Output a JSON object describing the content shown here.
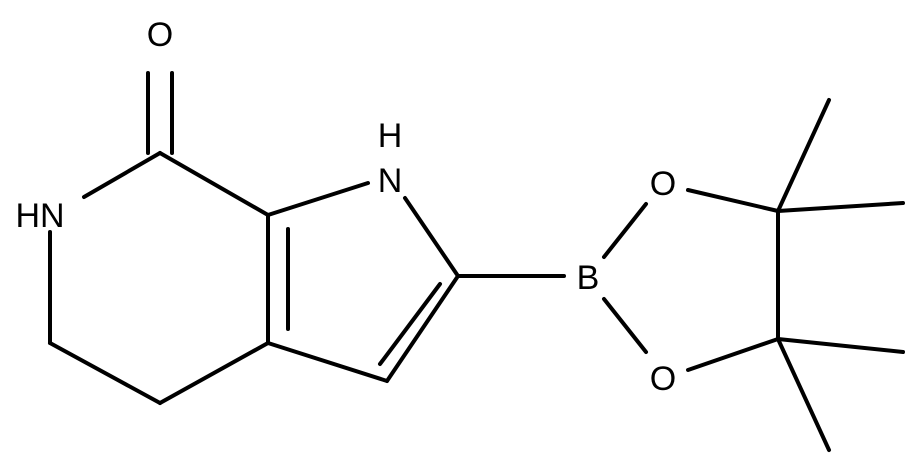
{
  "molecule": {
    "atoms": {
      "carbonyl_oxygen": "O",
      "amide_nh": "HN",
      "pyrrole_h": "H",
      "pyrrole_n": "N",
      "boronate_o_top": "O",
      "boron": "B",
      "boronate_o_bottom": "O"
    }
  }
}
